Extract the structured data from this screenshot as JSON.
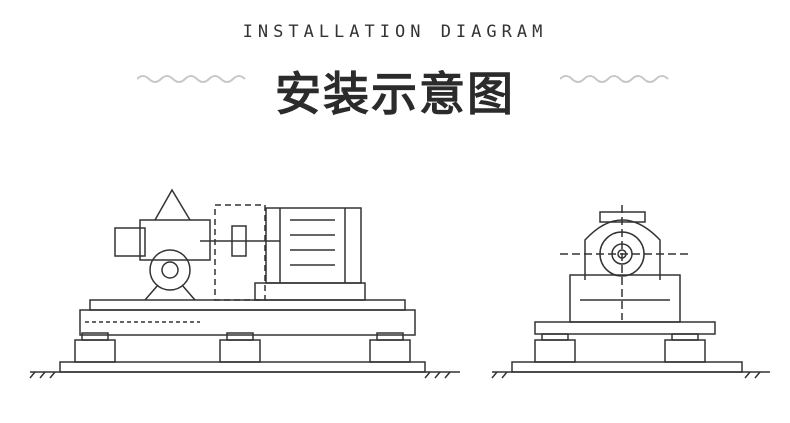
{
  "header": {
    "subtitle": "INSTALLATION DIAGRAM",
    "title": "安装示意图"
  },
  "colors": {
    "text": "#2b2b2b",
    "wave": "#c8c8c8",
    "line": "#333333"
  },
  "figures": [
    "side-view-pump-motor-unit",
    "end-view-pump-unit"
  ]
}
